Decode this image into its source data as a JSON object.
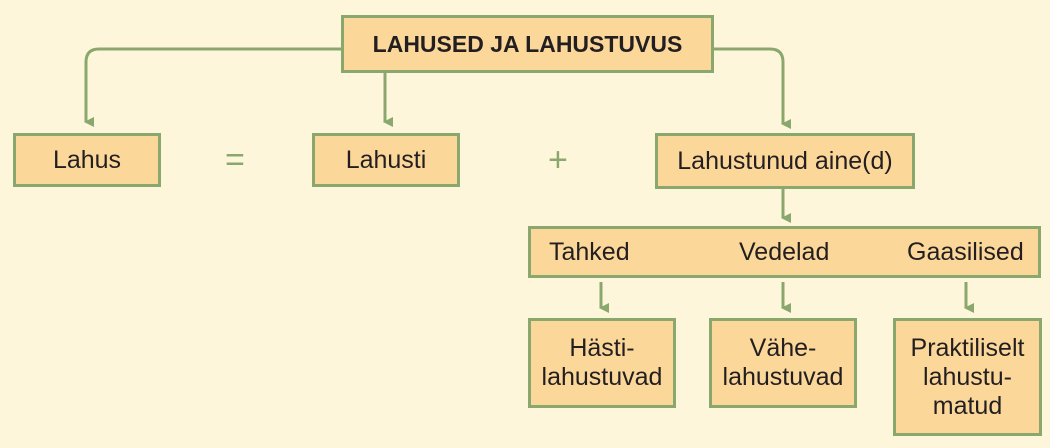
{
  "diagram": {
    "title": "LAHUSED JA LAHUSTUVUS",
    "solution": "Lahus",
    "equals": "=",
    "solvent": "Lahusti",
    "plus": "+",
    "solute": "Lahustunud aine(d)",
    "states": [
      "Tahked",
      "Vedelad",
      "Gaasilised"
    ],
    "solubility": [
      "Hästi-\nlahustuvad",
      "Vähe-\nlahustuvad",
      "Praktiliselt\nlahustu-\nmatud"
    ],
    "colors": {
      "background": "#fdf6da",
      "box_fill": "#fbd79a",
      "connector": "#8aa86e",
      "text": "#231f20"
    }
  }
}
